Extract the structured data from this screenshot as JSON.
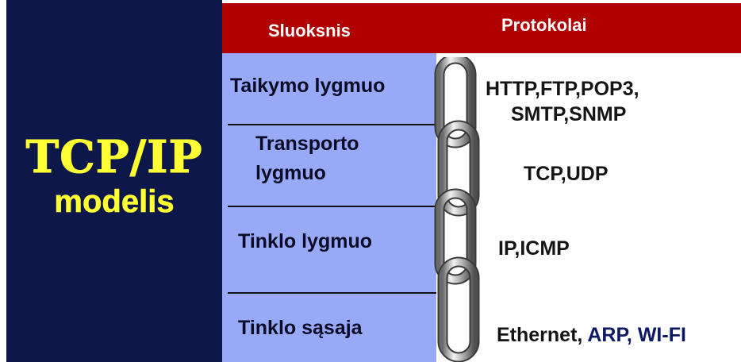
{
  "model": {
    "title_line1": "TCP/IP",
    "title_line2": "modelis"
  },
  "header": {
    "layers_label": "Sluoksnis",
    "protocols_label": "Protokolai"
  },
  "layers": [
    {
      "line1": "Taikymo lygmuo",
      "line2": ""
    },
    {
      "line1": "Transporto",
      "line2": "lygmuo"
    },
    {
      "line1": "Tinklo lygmuo",
      "line2": ""
    },
    {
      "line1": "Tinklo sąsaja",
      "line2": ""
    }
  ],
  "protocols": [
    {
      "line1": "HTTP,FTP,POP3,",
      "line2": "SMTP,SNMP"
    },
    {
      "line1": "TCP,UDP"
    },
    {
      "line1": "IP,ICMP"
    },
    {
      "part1": "Ethernet, ",
      "part2": "ARP, WI-FI"
    }
  ],
  "colors": {
    "left_panel": "#0e1749",
    "title_text": "#ffff33",
    "header_bar": "#b00000",
    "layer_column": "#97a9f7"
  },
  "icons": {
    "separator": "chain-icon"
  }
}
